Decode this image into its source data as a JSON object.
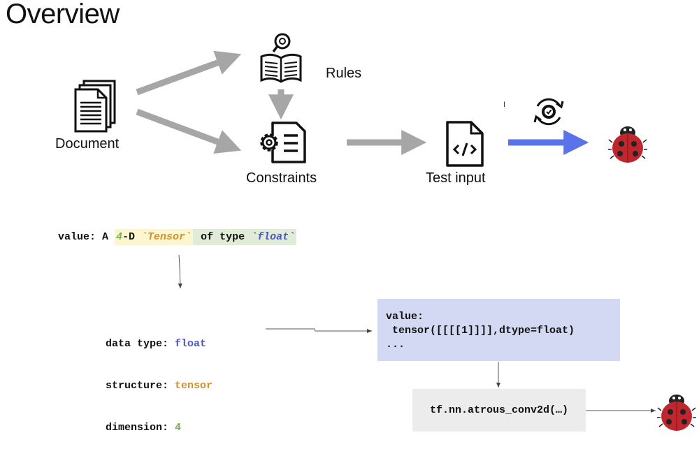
{
  "header": {
    "title": "Overview"
  },
  "flow": {
    "document_label": "Document",
    "rules_label": "Rules",
    "constraints_label": "Constraints",
    "test_input_label": "Test input"
  },
  "spec": {
    "prefix": "value: A ",
    "dim": "4",
    "dim_suffix": "-D ",
    "tensor": "`Tensor`",
    "of_type": " of type ",
    "float_text": "`float`"
  },
  "extracted": {
    "data_type_key": "data type: ",
    "data_type_val": "float",
    "structure_key": "structure: ",
    "structure_val": "tensor",
    "dimension_key": "dimension: ",
    "dimension_val": "4"
  },
  "generated": {
    "line1": "value:",
    "line2": " tensor([[[[1]]]],dtype=float)",
    "line3": "..."
  },
  "api_call": {
    "text": "tf.nn.atrous_conv2d(…)"
  },
  "colors": {
    "arrow_gray": "#a6a6a6",
    "arrow_blue": "#5b73e8",
    "bug_red": "#c0262d",
    "highlight_yellow": "#fbf5d0",
    "highlight_green": "#e1ecd8",
    "value_box": "#d3d9f2",
    "call_box": "#ececec",
    "blue_text": "#4a58c0",
    "orange_text": "#d4902a",
    "green_text": "#7fb24e"
  }
}
